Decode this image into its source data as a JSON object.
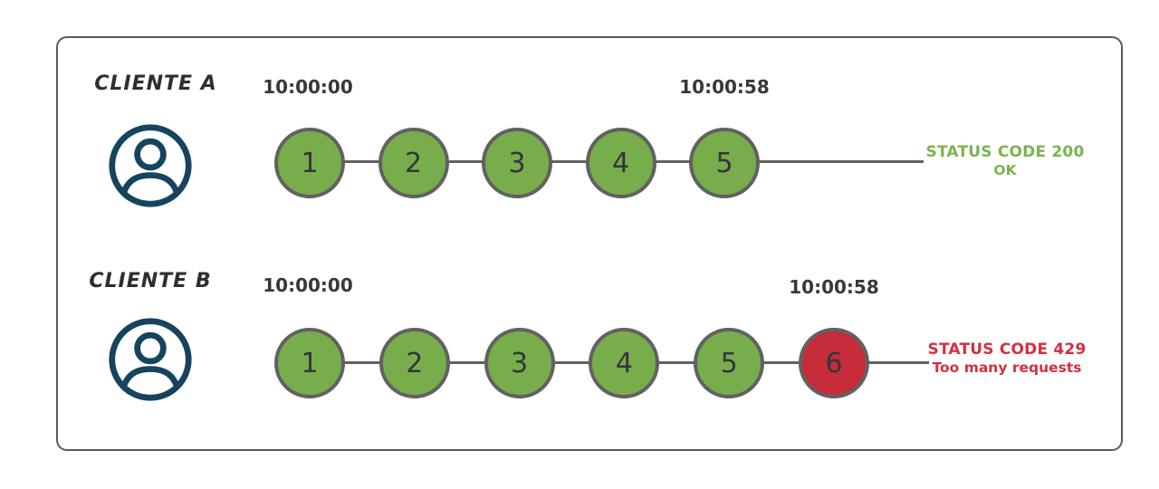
{
  "title": "rate-limit-clients-diagram",
  "colors": {
    "green": "#77ae4b",
    "red": "#c62c39",
    "green_text": "#7ab44e",
    "red_text": "#d62e3e",
    "circle_border": "#616161",
    "line": "#616161",
    "frame_border": "#5a5a5a",
    "text_dark": "#383838",
    "avatar_navy": "#16435e"
  },
  "icons": {
    "avatar": "user-avatar-icon"
  },
  "clients": [
    {
      "label": "CLIENTE A",
      "start_time": "10:00:00",
      "end_time": "10:00:58",
      "requests": [
        {
          "label": "1",
          "status": "ok"
        },
        {
          "label": "2",
          "status": "ok"
        },
        {
          "label": "3",
          "status": "ok"
        },
        {
          "label": "4",
          "status": "ok"
        },
        {
          "label": "5",
          "status": "ok"
        }
      ],
      "status_line1": "STATUS CODE 200",
      "status_line2": "OK",
      "status_color": "green_text"
    },
    {
      "label": "CLIENTE B",
      "start_time": "10:00:00",
      "end_time": "10:00:58",
      "requests": [
        {
          "label": "1",
          "status": "ok"
        },
        {
          "label": "2",
          "status": "ok"
        },
        {
          "label": "3",
          "status": "ok"
        },
        {
          "label": "4",
          "status": "ok"
        },
        {
          "label": "5",
          "status": "ok"
        },
        {
          "label": "6",
          "status": "error"
        }
      ],
      "status_line1": "STATUS CODE 429",
      "status_line2": "Too many requests",
      "status_color": "red_text"
    }
  ]
}
